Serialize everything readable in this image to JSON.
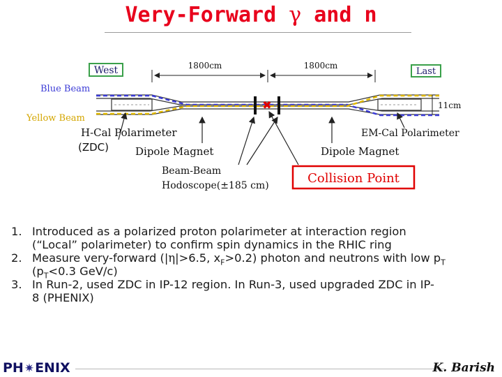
{
  "slide": {
    "title_prefix": "Very-Forward ",
    "title_gamma": "γ",
    "title_suffix": " and n"
  },
  "diagram": {
    "west_label": "West",
    "east_label": "Last",
    "left_distance": "1800cm",
    "right_distance": "1800cm",
    "blue_beam": "Blue Beam",
    "yellow_beam": "Yellow Beam",
    "hcal_label": "H-Cal Polarimeter",
    "zdc_label": "(ZDC)",
    "emcal_label": "EM-Cal Polarimeter",
    "gap_label": "11cm",
    "dipole_left": "Dipole Magnet",
    "dipole_right": "Dipole Magnet",
    "bbc_line1": "Beam-Beam",
    "bbc_line2": "Hodoscope(±185 cm)",
    "collision_point": "Collision Point",
    "colors": {
      "blue_beam": "#3b3bd6",
      "yellow_beam": "#e0b800",
      "collision_marker": "#e00000",
      "highlight_box": "#e00000"
    }
  },
  "bullets": [
    {
      "number": "1.",
      "line1": "Introduced as a polarized proton polarimeter at interaction region",
      "line2": "(“Local” polarimeter) to confirm spin dynamics in the RHIC ring"
    },
    {
      "number": "2.",
      "seg1": "Measure very-forward (|",
      "eta": "η",
      "seg2": "|>6.5, x",
      "sub_F": "F",
      "seg3": ">0.2) photon and neutrons with low p",
      "sub_T1": "T",
      "seg4": "(p",
      "sub_T2": "T",
      "seg5": "<0.3 GeV/c)"
    },
    {
      "number": "3.",
      "line1": "In Run-2, used ZDC in IP-12 region. In Run-3, used upgraded ZDC in IP-",
      "line2": "8 (PHENIX)"
    }
  ],
  "footer": {
    "logo_left": "PH",
    "logo_star": "✷",
    "logo_right": "ENIX",
    "author": "K. Barish"
  }
}
